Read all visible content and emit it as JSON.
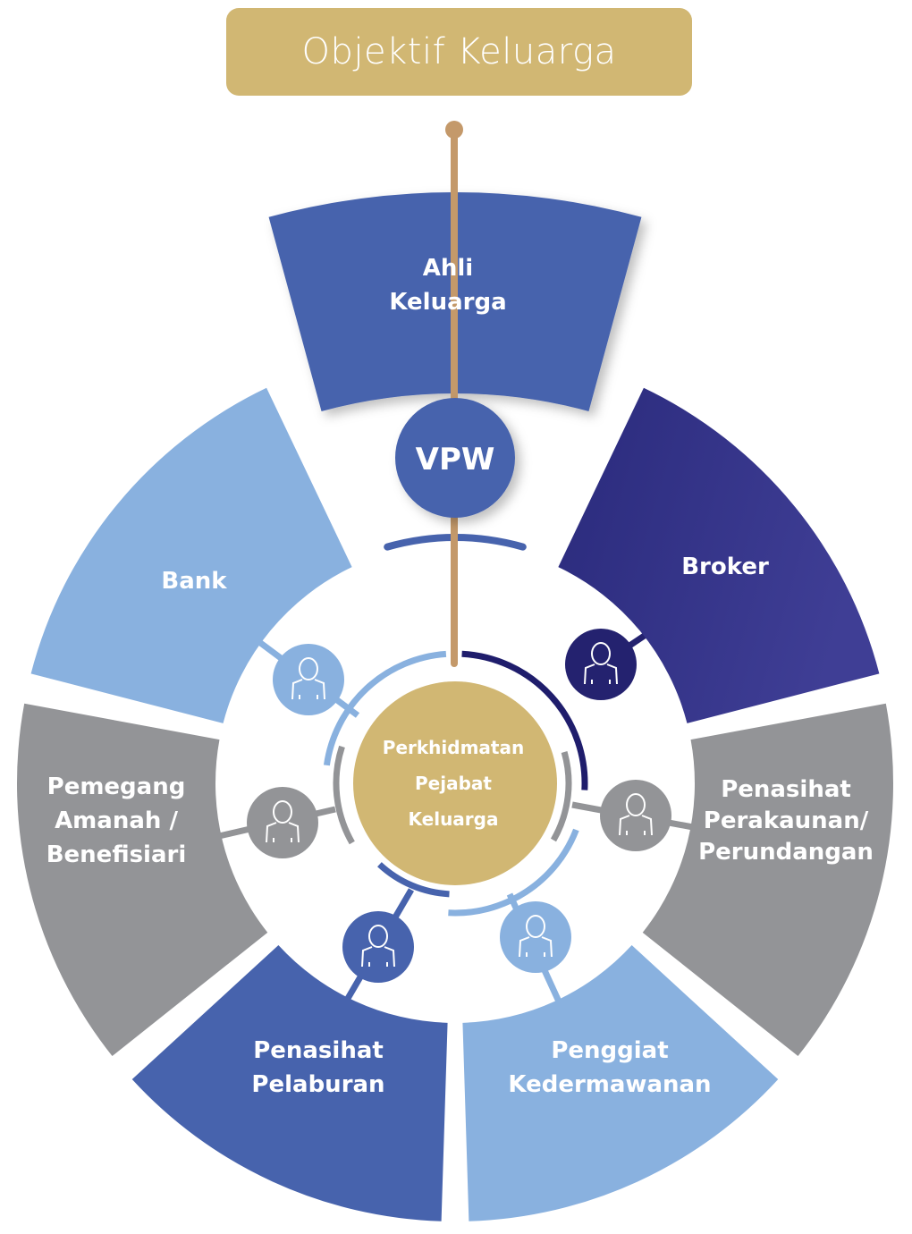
{
  "title": "Objektif Keluarga",
  "hub": {
    "label_lines": [
      "Perkhidmatan",
      "Pejabat",
      "Keluarga"
    ],
    "color": "#d1b773"
  },
  "vpw": {
    "label": "VPW",
    "color": "#4763ad"
  },
  "connector_color": "#c4996a",
  "segments": [
    {
      "id": "ahli-keluarga",
      "label_lines": [
        "Ahli",
        "Keluarga"
      ],
      "color": "#4763ad"
    },
    {
      "id": "broker",
      "label_lines": [
        "Broker"
      ],
      "color": "#2a2a7c",
      "color_end": "#3f3e95"
    },
    {
      "id": "penasihat-perakaunan",
      "label_lines": [
        "Penasihat",
        "Perakaunan/",
        "Perundangan"
      ],
      "color": "#939497"
    },
    {
      "id": "penggiat-kedermawanan",
      "label_lines": [
        "Penggiat",
        "Kedermawanan"
      ],
      "color": "#89b1df"
    },
    {
      "id": "penasihat-pelaburan",
      "label_lines": [
        "Penasihat",
        "Pelaburan"
      ],
      "color": "#4763ad"
    },
    {
      "id": "pemegang-amanah",
      "label_lines": [
        "Pemegang",
        "Amanah /",
        "Benefisiari"
      ],
      "color": "#939497"
    },
    {
      "id": "bank",
      "label_lines": [
        "Bank"
      ],
      "color": "#89b1df"
    }
  ],
  "person_icons": [
    {
      "segment": "bank",
      "icon": "person-icon",
      "color": "#89b1df"
    },
    {
      "segment": "broker",
      "icon": "person-icon",
      "color": "#24226f"
    },
    {
      "segment": "pemegang-amanah",
      "icon": "person-icon",
      "color": "#939497"
    },
    {
      "segment": "penasihat-perakaunan",
      "icon": "person-icon",
      "color": "#939497"
    },
    {
      "segment": "penasihat-pelaburan",
      "icon": "person-icon",
      "color": "#4763ad"
    },
    {
      "segment": "penggiat-kedermawanan",
      "icon": "person-icon",
      "color": "#89b1df"
    }
  ]
}
